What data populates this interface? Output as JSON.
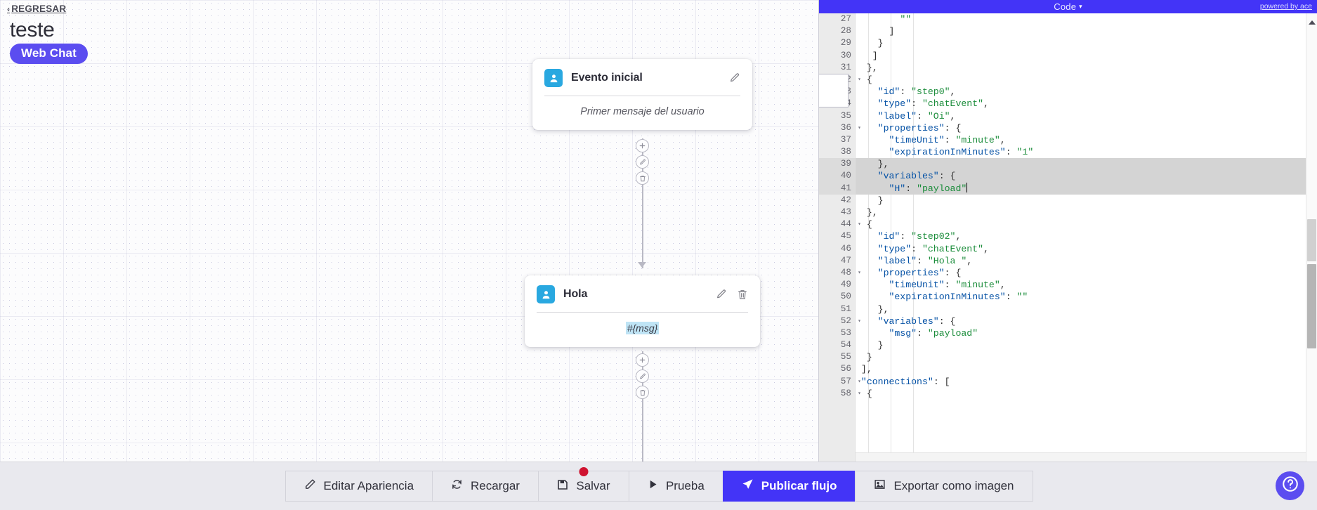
{
  "header": {
    "back_label": "REGRESAR",
    "back_chevron": "chevron-left-icon",
    "flow_title": "teste",
    "channel_badge": "Web Chat"
  },
  "canvas": {
    "nodes": [
      {
        "avatar_icon": "user-avatar-icon",
        "title": "Evento inicial",
        "body_text": "Primer mensaje del usuario",
        "body_is_variable": false,
        "has_edit": true,
        "has_delete": false
      },
      {
        "avatar_icon": "user-avatar-icon",
        "title": "Hola",
        "body_text": "#{msg}",
        "body_is_variable": true,
        "has_edit": true,
        "has_delete": true
      }
    ],
    "connector_buttons": [
      "add-icon",
      "edit-icon",
      "delete-icon"
    ]
  },
  "code_panel": {
    "title": "Code",
    "caret": "▾",
    "powered_by": "powered by ace",
    "fold_popup_glyph": "❯",
    "first_line_number": 27,
    "lines": [
      {
        "n": 27,
        "text": "        \"\"",
        "fold": false,
        "selected": false
      },
      {
        "n": 28,
        "text": "      ]",
        "fold": false,
        "selected": false
      },
      {
        "n": 29,
        "text": "    }",
        "fold": false,
        "selected": false
      },
      {
        "n": 30,
        "text": "   ]",
        "fold": false,
        "selected": false
      },
      {
        "n": 31,
        "text": "  },",
        "fold": false,
        "selected": false
      },
      {
        "n": 32,
        "text": "  {",
        "fold": true,
        "selected": false
      },
      {
        "n": 33,
        "text": "    \"id\": \"step0\",",
        "fold": false,
        "selected": false
      },
      {
        "n": 34,
        "text": "    \"type\": \"chatEvent\",",
        "fold": false,
        "selected": false
      },
      {
        "n": 35,
        "text": "    \"label\": \"Oi\",",
        "fold": false,
        "selected": false
      },
      {
        "n": 36,
        "text": "    \"properties\": {",
        "fold": true,
        "selected": false
      },
      {
        "n": 37,
        "text": "      \"timeUnit\": \"minute\",",
        "fold": false,
        "selected": false
      },
      {
        "n": 38,
        "text": "      \"expirationInMinutes\": \"1\"",
        "fold": false,
        "selected": false
      },
      {
        "n": 39,
        "text": "    },",
        "fold": false,
        "selected": true
      },
      {
        "n": 40,
        "text": "    \"variables\": {",
        "fold": true,
        "selected": true
      },
      {
        "n": 41,
        "text": "      \"H\": \"payload\"",
        "fold": false,
        "selected": true,
        "cursor": true
      },
      {
        "n": 42,
        "text": "    }",
        "fold": false,
        "selected": false
      },
      {
        "n": 43,
        "text": "  },",
        "fold": false,
        "selected": false
      },
      {
        "n": 44,
        "text": "  {",
        "fold": true,
        "selected": false
      },
      {
        "n": 45,
        "text": "    \"id\": \"step02\",",
        "fold": false,
        "selected": false
      },
      {
        "n": 46,
        "text": "    \"type\": \"chatEvent\",",
        "fold": false,
        "selected": false
      },
      {
        "n": 47,
        "text": "    \"label\": \"Hola \",",
        "fold": false,
        "selected": false
      },
      {
        "n": 48,
        "text": "    \"properties\": {",
        "fold": true,
        "selected": false
      },
      {
        "n": 49,
        "text": "      \"timeUnit\": \"minute\",",
        "fold": false,
        "selected": false
      },
      {
        "n": 50,
        "text": "      \"expirationInMinutes\": \"\"",
        "fold": false,
        "selected": false
      },
      {
        "n": 51,
        "text": "    },",
        "fold": false,
        "selected": false
      },
      {
        "n": 52,
        "text": "    \"variables\": {",
        "fold": true,
        "selected": false
      },
      {
        "n": 53,
        "text": "      \"msg\": \"payload\"",
        "fold": false,
        "selected": false
      },
      {
        "n": 54,
        "text": "    }",
        "fold": false,
        "selected": false
      },
      {
        "n": 55,
        "text": "  }",
        "fold": false,
        "selected": false
      },
      {
        "n": 56,
        "text": " ],",
        "fold": false,
        "selected": false
      },
      {
        "n": 57,
        "text": " \"connections\": [",
        "fold": true,
        "selected": false
      },
      {
        "n": 58,
        "text": "  {",
        "fold": true,
        "selected": false
      }
    ]
  },
  "toolbar": {
    "buttons": [
      {
        "label": "Editar Apariencia",
        "icon": "pencil-square-icon",
        "primary": false,
        "badge": false
      },
      {
        "label": "Recargar",
        "icon": "refresh-icon",
        "primary": false,
        "badge": false
      },
      {
        "label": "Salvar",
        "icon": "save-icon",
        "primary": false,
        "badge": true
      },
      {
        "label": "Prueba",
        "icon": "play-icon",
        "primary": false,
        "badge": false
      },
      {
        "label": "Publicar flujo",
        "icon": "paper-plane-icon",
        "primary": true,
        "badge": false
      },
      {
        "label": "Exportar como imagen",
        "icon": "image-icon",
        "primary": false,
        "badge": false
      }
    ],
    "help_icon": "question-mark-icon"
  },
  "colors": {
    "accent": "#4334f7",
    "badge_purple": "#5b4df0",
    "avatar_blue": "#29a8e0",
    "alert_red": "#cf1330",
    "variable_highlight": "#bfe4f5"
  }
}
